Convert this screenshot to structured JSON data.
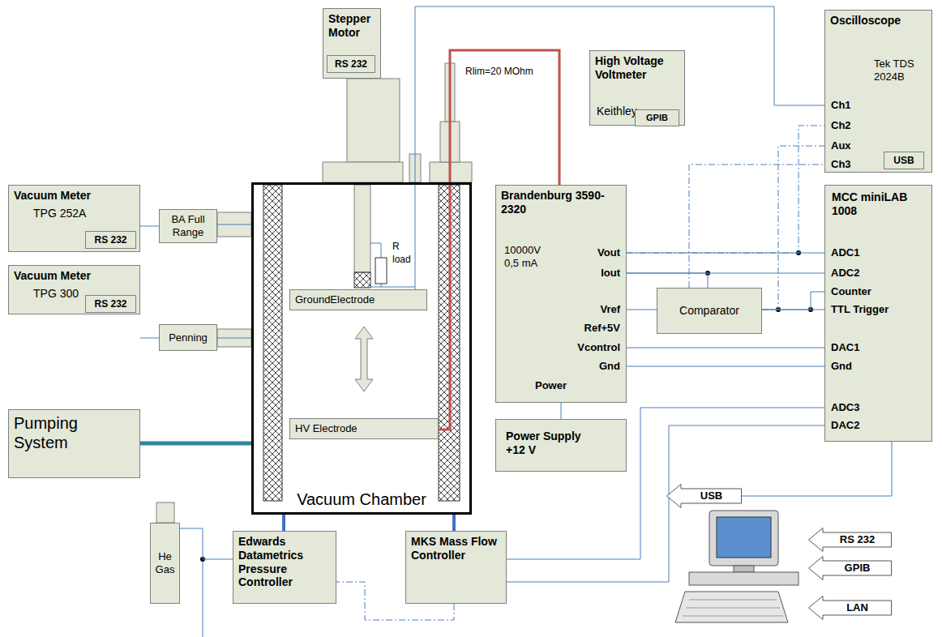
{
  "diagram": {
    "nodes": [
      {
        "text": [
          "Stepper Motor"
        ]
      },
      {
        "text": [
          "RS 232"
        ],
        "in": 0
      },
      {
        "text": [
          "Vacuum Meter",
          "TPG 252A"
        ]
      },
      {
        "text": [
          "RS 232"
        ],
        "in": 2
      },
      {
        "text": [
          "BA Full Range"
        ]
      },
      {
        "text": [
          "Vacuum Meter",
          "TPG 300"
        ]
      },
      {
        "text": [
          "RS 232"
        ],
        "in": 5
      },
      {
        "text": [
          "Penning"
        ]
      },
      {
        "text": [
          "Pumping System"
        ]
      },
      {
        "text": [
          "Vacuum Chamber"
        ]
      },
      {
        "text": [
          "GroundElectrode"
        ],
        "in": 9
      },
      {
        "text": [
          "HV Electrode"
        ],
        "in": 9
      },
      {
        "text": [
          "He Gas"
        ]
      },
      {
        "text": [
          "Edwards Datametrics Pressure Controller"
        ]
      },
      {
        "text": [
          "MKS Mass Flow Controller"
        ]
      },
      {
        "text": [
          "High Voltage Voltmeter",
          "Keithley"
        ]
      },
      {
        "text": [
          "GPIB"
        ],
        "in": 15
      },
      {
        "text": [
          "Oscilloscope",
          "Tek TDS 2024B"
        ]
      },
      {
        "text": [
          "USB"
        ],
        "in": 17
      },
      {
        "text": [
          "Brandenburg 3590-2320",
          "10000V 0,5 mA"
        ]
      },
      {
        "text": [
          "Power Supply +12 V"
        ]
      },
      {
        "text": [
          "Comparator"
        ]
      },
      {
        "text": [
          "MCC miniLAB 1008"
        ]
      },
      {
        "text": [
          "USB"
        ]
      },
      {
        "text": [
          "RS 232"
        ]
      },
      {
        "text": [
          "GPIB"
        ]
      },
      {
        "text": [
          "LAN"
        ]
      }
    ],
    "edges": [
      {
        "from": 2,
        "to": 4,
        "arrow": "none"
      },
      {
        "from": 4,
        "to": 9,
        "arrow": "none"
      },
      {
        "from": 5,
        "to": 7,
        "arrow": "none"
      },
      {
        "from": 7,
        "to": 9,
        "arrow": "none"
      },
      {
        "from": 8,
        "to": 9,
        "arrow": "none"
      },
      {
        "from": 10,
        "to": 17,
        "arrow": "none"
      },
      {
        "from": 19,
        "to": 11,
        "arrow": "none"
      },
      {
        "from": 19,
        "to": 17,
        "arrow": "none"
      },
      {
        "from": 19,
        "to": 22,
        "arrow": "none"
      },
      {
        "from": 19,
        "to": 22,
        "arrow": "none"
      },
      {
        "from": 19,
        "to": 21,
        "arrow": "none"
      },
      {
        "from": 19,
        "to": 21,
        "arrow": "none"
      },
      {
        "from": 21,
        "to": 22,
        "arrow": "none"
      },
      {
        "from": 21,
        "to": 22,
        "arrow": "none"
      },
      {
        "from": 21,
        "to": 17,
        "arrow": "none"
      },
      {
        "from": 21,
        "to": 17,
        "arrow": "none"
      },
      {
        "from": 19,
        "to": 22,
        "arrow": "none"
      },
      {
        "from": 19,
        "to": 22,
        "arrow": "none"
      },
      {
        "from": 19,
        "to": 20,
        "arrow": "none"
      },
      {
        "from": 22,
        "to": 14,
        "arrow": "none"
      },
      {
        "from": 22,
        "to": 14,
        "arrow": "none"
      },
      {
        "from": 14,
        "to": 13,
        "arrow": "none"
      },
      {
        "from": 12,
        "to": 13,
        "arrow": "none"
      },
      {
        "from": 13,
        "to": 9,
        "arrow": "none"
      },
      {
        "from": 14,
        "to": 9,
        "arrow": "none"
      },
      {
        "from": 22,
        "to": 23,
        "arrow": "none"
      }
    ],
    "labels": [
      "Rlim=20 MOhm",
      "R load",
      "Vout",
      "Iout",
      "Vref",
      "Ref+5V",
      "Vcontrol",
      "Gnd",
      "Power",
      "ADC1",
      "ADC2",
      "Counter",
      "TTL Trigger",
      "DAC1",
      "Gnd",
      "ADC3",
      "DAC2",
      "Ch1",
      "Ch2",
      "Aux",
      "Ch3"
    ]
  }
}
